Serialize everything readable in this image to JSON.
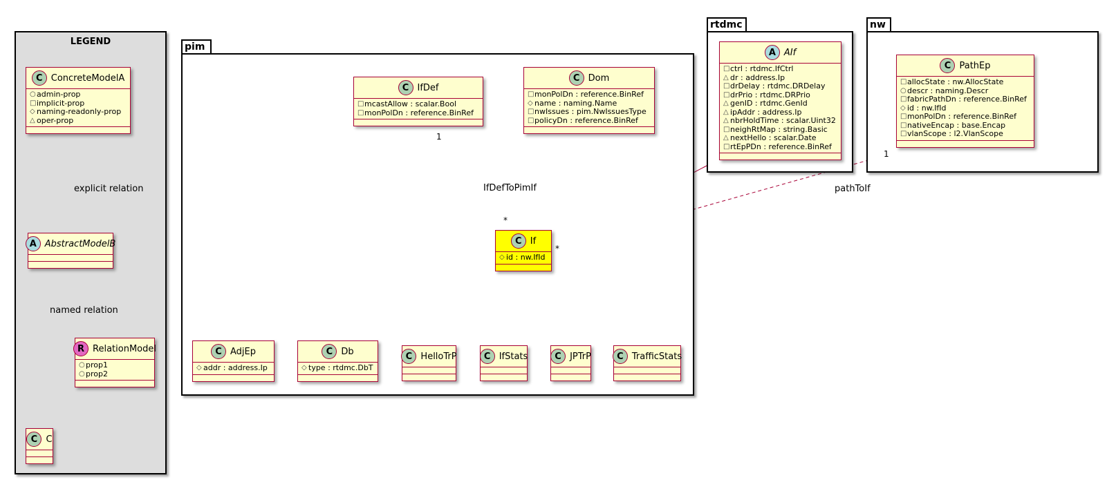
{
  "legend": {
    "title": "LEGEND",
    "concrete": {
      "badge": "C",
      "name": "ConcreteModelA",
      "attrs": [
        {
          "vis": "○",
          "text": "admin-prop"
        },
        {
          "vis": "□",
          "text": "implicit-prop"
        },
        {
          "vis": "◇",
          "text": "naming-readonly-prop"
        },
        {
          "vis": "△",
          "text": "oper-prop"
        }
      ]
    },
    "abstract": {
      "badge": "A",
      "name": "AbstractModelB"
    },
    "relation_model": {
      "badge": "R",
      "name": "RelationModel",
      "attrs": [
        {
          "vis": "○",
          "text": "prop1"
        },
        {
          "vis": "○",
          "text": "prop2"
        }
      ]
    },
    "c": {
      "badge": "C",
      "name": "C"
    },
    "explicit_relation": "explicit relation",
    "named_relation": "named relation"
  },
  "packages": {
    "pim": "pim",
    "rtdmc": "rtdmc",
    "nw": "nw"
  },
  "classes": {
    "IfDef": {
      "badge": "C",
      "name": "IfDef",
      "attrs": [
        {
          "vis": "□",
          "text": "mcastAllow : scalar.Bool"
        },
        {
          "vis": "□",
          "text": "monPolDn : reference.BinRef"
        }
      ]
    },
    "Dom": {
      "badge": "C",
      "name": "Dom",
      "attrs": [
        {
          "vis": "□",
          "text": "monPolDn : reference.BinRef"
        },
        {
          "vis": "◇",
          "text": "name : naming.Name"
        },
        {
          "vis": "□",
          "text": "nwIssues : pim.NwIssuesType"
        },
        {
          "vis": "□",
          "text": "policyDn : reference.BinRef"
        }
      ]
    },
    "If": {
      "badge": "C",
      "name": "If",
      "attrs": [
        {
          "vis": "◇",
          "text": "id : nw.IfId"
        }
      ]
    },
    "AdjEp": {
      "badge": "C",
      "name": "AdjEp",
      "attrs": [
        {
          "vis": "◇",
          "text": "addr : address.Ip"
        }
      ]
    },
    "Db": {
      "badge": "C",
      "name": "Db",
      "attrs": [
        {
          "vis": "◇",
          "text": "type : rtdmc.DbT"
        }
      ]
    },
    "HelloTrP": {
      "badge": "C",
      "name": "HelloTrP"
    },
    "IfStats": {
      "badge": "C",
      "name": "IfStats"
    },
    "JPTrP": {
      "badge": "C",
      "name": "JPTrP"
    },
    "TrafficStats": {
      "badge": "C",
      "name": "TrafficStats"
    },
    "AIf": {
      "badge": "A",
      "name": "AIf",
      "attrs": [
        {
          "vis": "□",
          "text": "ctrl : rtdmc.IfCtrl"
        },
        {
          "vis": "△",
          "text": "dr : address.Ip"
        },
        {
          "vis": "□",
          "text": "drDelay : rtdmc.DRDelay"
        },
        {
          "vis": "□",
          "text": "drPrio : rtdmc.DRPrio"
        },
        {
          "vis": "△",
          "text": "genID : rtdmc.GenId"
        },
        {
          "vis": "△",
          "text": "ipAddr : address.Ip"
        },
        {
          "vis": "△",
          "text": "nbrHoldTime : scalar.Uint32"
        },
        {
          "vis": "□",
          "text": "neighRtMap : string.Basic"
        },
        {
          "vis": "△",
          "text": "nextHello : scalar.Date"
        },
        {
          "vis": "□",
          "text": "rtEpPDn : reference.BinRef"
        }
      ]
    },
    "PathEp": {
      "badge": "C",
      "name": "PathEp",
      "attrs": [
        {
          "vis": "□",
          "text": "allocState : nw.AllocState"
        },
        {
          "vis": "○",
          "text": "descr : naming.Descr"
        },
        {
          "vis": "□",
          "text": "fabricPathDn : reference.BinRef"
        },
        {
          "vis": "◇",
          "text": "id : nw.IfId"
        },
        {
          "vis": "□",
          "text": "monPolDn : reference.BinRef"
        },
        {
          "vis": "□",
          "text": "nativeEncap : base.Encap"
        },
        {
          "vis": "□",
          "text": "vlanScope : l2.VlanScope"
        }
      ]
    }
  },
  "relations": {
    "ifdef_to_if": {
      "label": "IfDefToPimIf",
      "source_mult": "1",
      "target_mult": "*"
    },
    "pathep_to_if": {
      "label": "pathToIf",
      "source_mult": "1",
      "target_mult": "*"
    }
  },
  "colors": {
    "border": "#a80036",
    "class_fill": "#fefece",
    "highlight_fill": "#ffff00",
    "legend_fill": "#dddddd"
  }
}
